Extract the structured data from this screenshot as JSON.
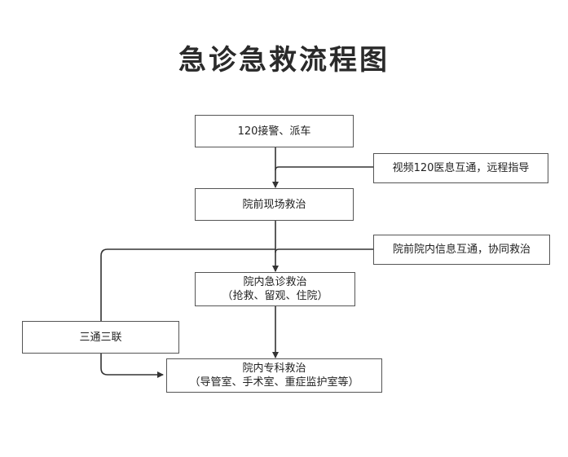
{
  "title": "急诊急救流程图",
  "nodes": {
    "call_dispatch": {
      "label": "120接警、派车"
    },
    "prehospital": {
      "label": "院前现场救治"
    },
    "er": {
      "line1": "院内急诊救治",
      "line2": "（抢救、留观、住院）"
    },
    "specialist": {
      "line1": "院内专科救治",
      "line2": "（导管室、手术室、重症监护室等）"
    },
    "video_link": {
      "label": "视频120医息互通，远程指导"
    },
    "info_link": {
      "label": "院前院内信息互通，协同救治"
    },
    "three_links": {
      "label": "三通三联"
    }
  },
  "colors": {
    "line": "#333333",
    "border": "#555555"
  }
}
